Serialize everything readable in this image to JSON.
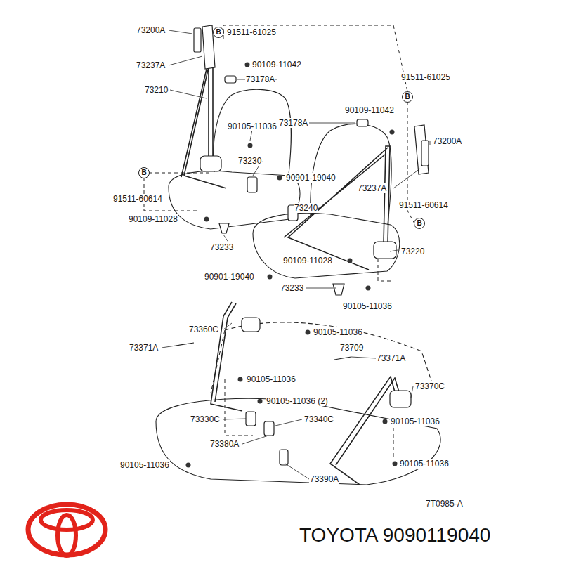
{
  "diagram": {
    "nodes": [
      {
        "text": [
          "B"
        ]
      },
      {
        "text": [
          "B"
        ]
      },
      {
        "text": [
          "B"
        ]
      },
      {
        "text": [
          "B"
        ]
      }
    ],
    "labels": [
      "73200A",
      "91511-61025",
      "73237A",
      "90109-11042",
      "73210",
      "73178A",
      "91511-61025",
      "90109-11042",
      "73178A",
      "73200A",
      "90105-11036",
      "73230",
      "90901-19040",
      "91511-60614",
      "73240",
      "91511-60614",
      "73237A",
      "90109-11028",
      "73233",
      "73220",
      "90109-11028",
      "90901-19040",
      "73233",
      "90105-11036",
      "73360C",
      "90105-11036",
      "73709",
      "73371A",
      "73371A",
      "90105-11036",
      "73370C",
      "90105-11036 (2)",
      "73330C",
      "73340C",
      "90105-11036",
      "73380A",
      "90105-11036",
      "90105-11036",
      "73390A",
      "7T0985-A",
      "TOYOTA 9090119040"
    ]
  }
}
